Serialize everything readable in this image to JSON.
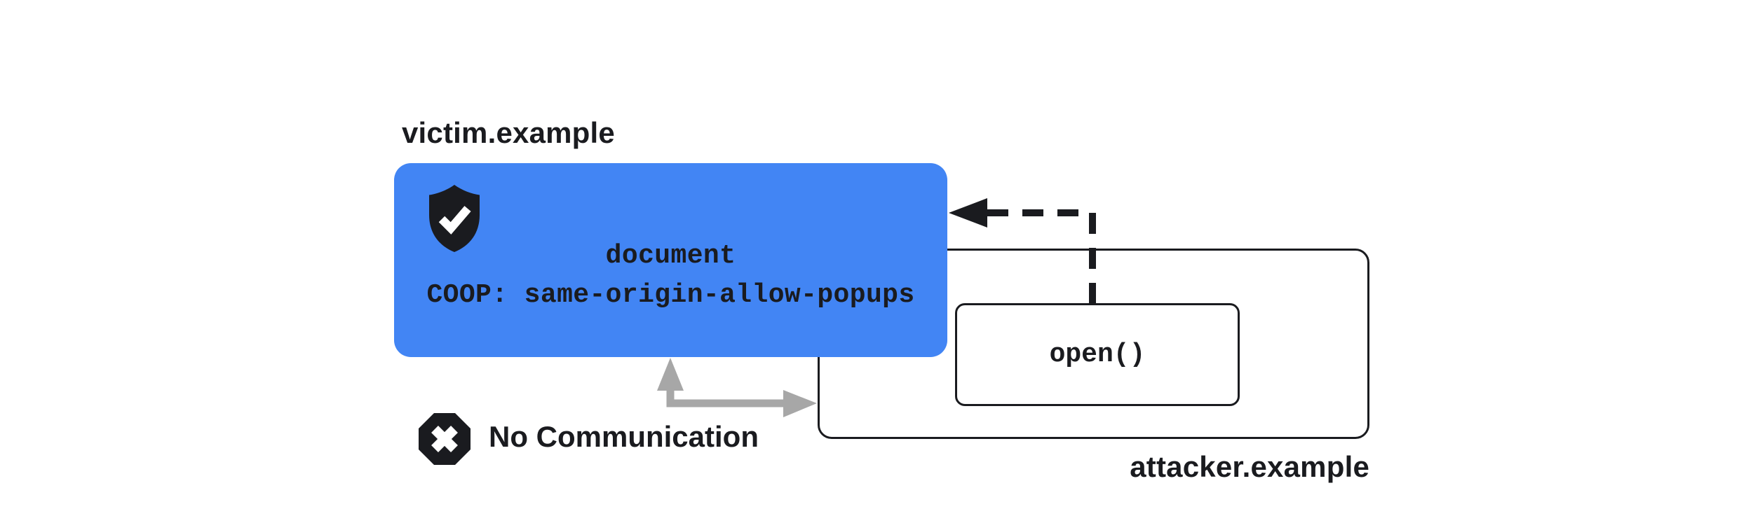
{
  "victim": {
    "domain_label": "victim.example",
    "document_line": "document",
    "coop_line": "COOP: same-origin-allow-popups",
    "shield_icon": "shield-check",
    "box_color": "#4285f4"
  },
  "attacker": {
    "domain_label": "attacker.example",
    "open_label": "open()"
  },
  "no_communication": {
    "label": "No Communication",
    "icon": "x-octagon"
  },
  "arrows": {
    "popup_open": "dashed black arrow from open() call to victim document",
    "blocked": "gray elbow arrow between victim document and attacker popup window"
  },
  "colors": {
    "ink": "#1a1b1f",
    "victim_box": "#4285f4",
    "gray_arrow": "#a7a7a7",
    "background": "#ffffff"
  }
}
